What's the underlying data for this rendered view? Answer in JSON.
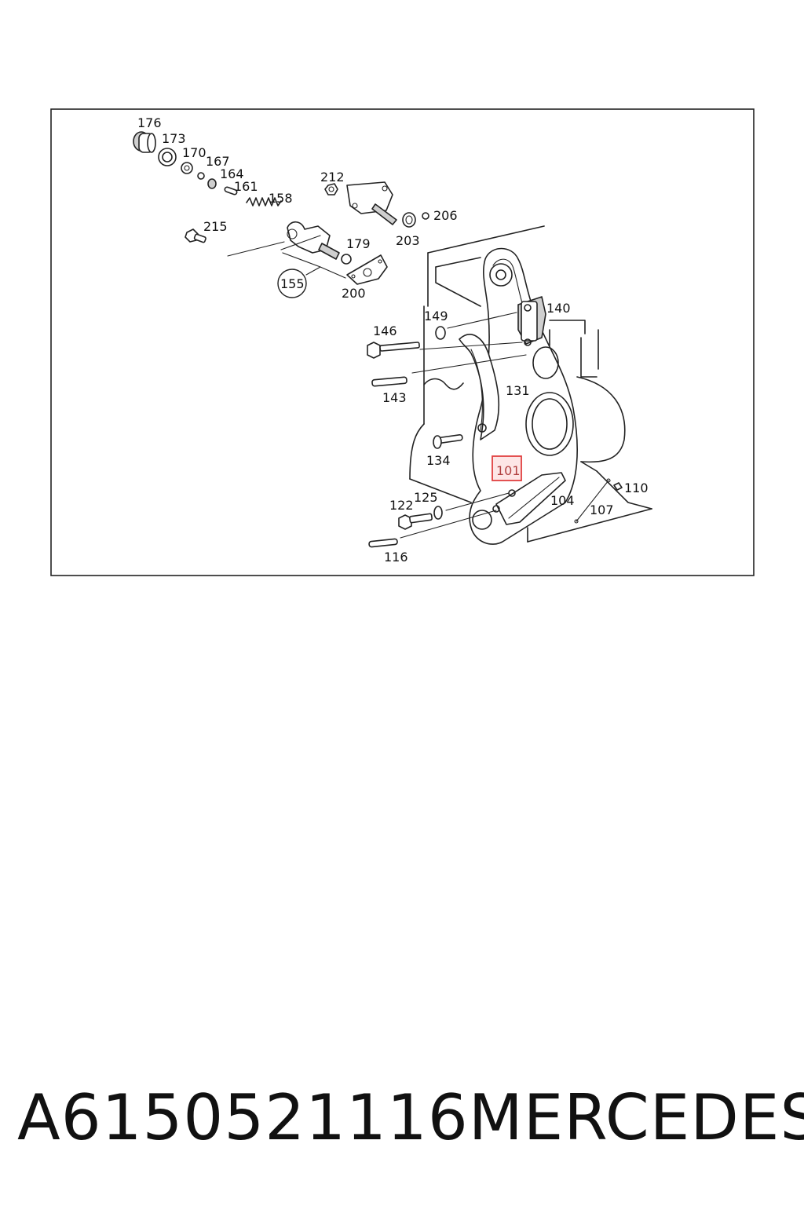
{
  "diagram": {
    "highlight_color": "#e04040",
    "callouts": [
      {
        "id": "p176",
        "text": "176"
      },
      {
        "id": "p173",
        "text": "173"
      },
      {
        "id": "p170",
        "text": "170"
      },
      {
        "id": "p167",
        "text": "167"
      },
      {
        "id": "p164",
        "text": "164"
      },
      {
        "id": "p161",
        "text": "161"
      },
      {
        "id": "p158",
        "text": "158"
      },
      {
        "id": "p212",
        "text": "212"
      },
      {
        "id": "p206",
        "text": "206"
      },
      {
        "id": "p203",
        "text": "203"
      },
      {
        "id": "p215",
        "text": "215"
      },
      {
        "id": "p179",
        "text": "179"
      },
      {
        "id": "p155",
        "text": "155"
      },
      {
        "id": "p200",
        "text": "200"
      },
      {
        "id": "p146",
        "text": "146"
      },
      {
        "id": "p149",
        "text": "149"
      },
      {
        "id": "p140",
        "text": "140"
      },
      {
        "id": "p143",
        "text": "143"
      },
      {
        "id": "p131",
        "text": "131"
      },
      {
        "id": "p134",
        "text": "134"
      },
      {
        "id": "p101",
        "text": "101",
        "highlighted": true
      },
      {
        "id": "p125",
        "text": "125"
      },
      {
        "id": "p122",
        "text": "122"
      },
      {
        "id": "p104",
        "text": "104"
      },
      {
        "id": "p110",
        "text": "110"
      },
      {
        "id": "p107",
        "text": "107"
      },
      {
        "id": "p116",
        "text": "116"
      }
    ]
  },
  "caption": {
    "part_number": "A6150521116",
    "brand": "MERCEDES"
  }
}
